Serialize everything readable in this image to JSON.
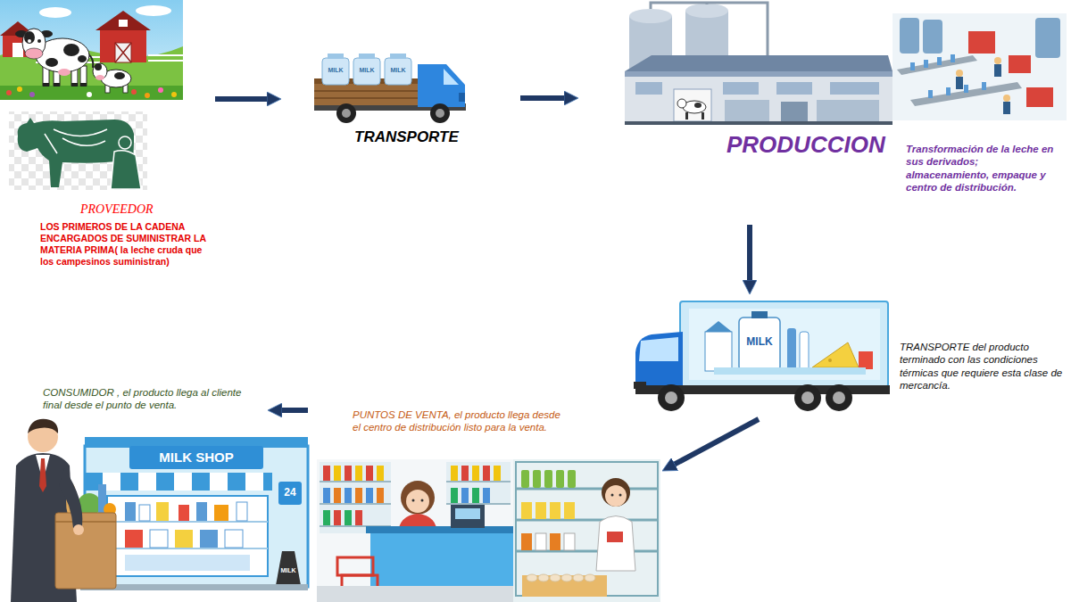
{
  "diagram": {
    "nodes": [
      {
        "text": [
          "PROVEEDOR",
          "LOS PRIMEROS DE LA CADENA ENCARGADOS DE SUMINISTRAR LA MATERIA PRIMA( la leche cruda que los campesinos suministran)"
        ]
      },
      {
        "text": [
          "TRANSPORTE"
        ]
      },
      {
        "text": [
          "PRODUCCION",
          "Transformación de la leche en sus derivados; almacenamiento, empaque y centro de distribución."
        ]
      },
      {
        "text": [
          "TRANSPORTE del producto terminado con las condiciones térmicas que requiere esta clase de mercancía."
        ]
      },
      {
        "text": [
          "PUNTOS DE VENTA, el producto llega desde el centro de distribución listo para la venta."
        ]
      },
      {
        "text": [
          "CONSUMIDOR , el producto llega al cliente final desde el punto de venta."
        ]
      }
    ],
    "edges": [
      {
        "from": 0,
        "to": 1,
        "arrow": "to"
      },
      {
        "from": 1,
        "to": 2,
        "arrow": "to"
      },
      {
        "from": 2,
        "to": 3,
        "arrow": "to"
      },
      {
        "from": 3,
        "to": 4,
        "arrow": "to"
      },
      {
        "from": 4,
        "to": 5,
        "arrow": "to"
      }
    ],
    "labels": [
      "MILK",
      "MILK",
      "MILK",
      "MILK",
      "MILK SHOP",
      "24",
      "MILK"
    ]
  }
}
